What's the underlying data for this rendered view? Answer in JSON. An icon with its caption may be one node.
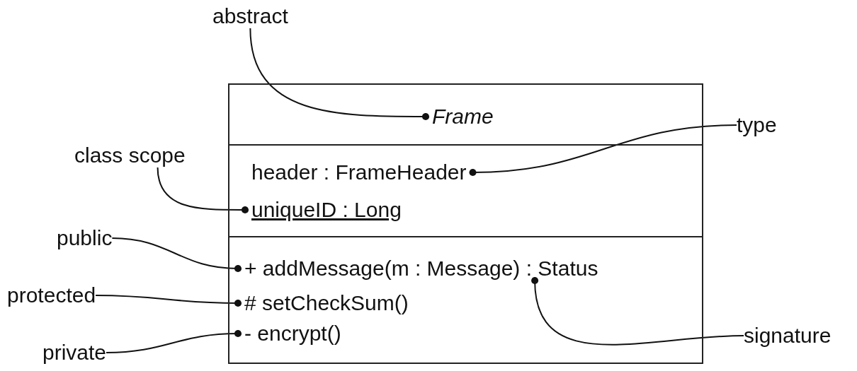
{
  "diagram": {
    "nodes": [
      {
        "text": [],
        "shape": "box"
      },
      {
        "text": [
          "Frame"
        ],
        "in": 0
      },
      {
        "text": [
          "header : FrameHeader"
        ],
        "in": 0
      },
      {
        "text": [
          "uniqueID : Long"
        ],
        "in": 0
      },
      {
        "text": [
          "+ addMessage(m : Message) : Status"
        ],
        "in": 0
      },
      {
        "text": [
          "# setCheckSum()"
        ],
        "in": 0
      },
      {
        "text": [
          "- encrypt()"
        ],
        "in": 0
      },
      {
        "text": [
          "abstract"
        ]
      },
      {
        "text": [
          "type"
        ]
      },
      {
        "text": [
          "class scope"
        ]
      },
      {
        "text": [
          "public"
        ]
      },
      {
        "text": [
          "protected"
        ]
      },
      {
        "text": [
          "signature"
        ]
      },
      {
        "text": [
          "private"
        ]
      }
    ],
    "edges": [
      {
        "from": 7,
        "to": 1,
        "arrow": "other"
      },
      {
        "from": 8,
        "to": 2,
        "arrow": "other"
      },
      {
        "from": 9,
        "to": 3,
        "arrow": "other"
      },
      {
        "from": 10,
        "to": 4,
        "arrow": "other"
      },
      {
        "from": 11,
        "to": 5,
        "arrow": "other"
      },
      {
        "from": 12,
        "to": 4,
        "arrow": "other"
      },
      {
        "from": 13,
        "to": 6,
        "arrow": "other"
      }
    ]
  }
}
